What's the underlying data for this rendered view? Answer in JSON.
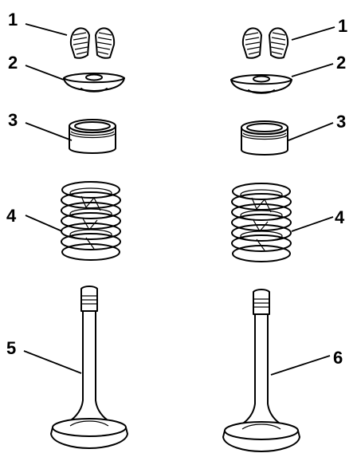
{
  "callouts": {
    "left": {
      "keepers": "1",
      "retainer": "2",
      "oil_seal": "3",
      "spring": "4",
      "valve": "5"
    },
    "right": {
      "keepers": "1",
      "retainer": "2",
      "oil_seal": "3",
      "spring": "4",
      "valve": "6"
    }
  }
}
